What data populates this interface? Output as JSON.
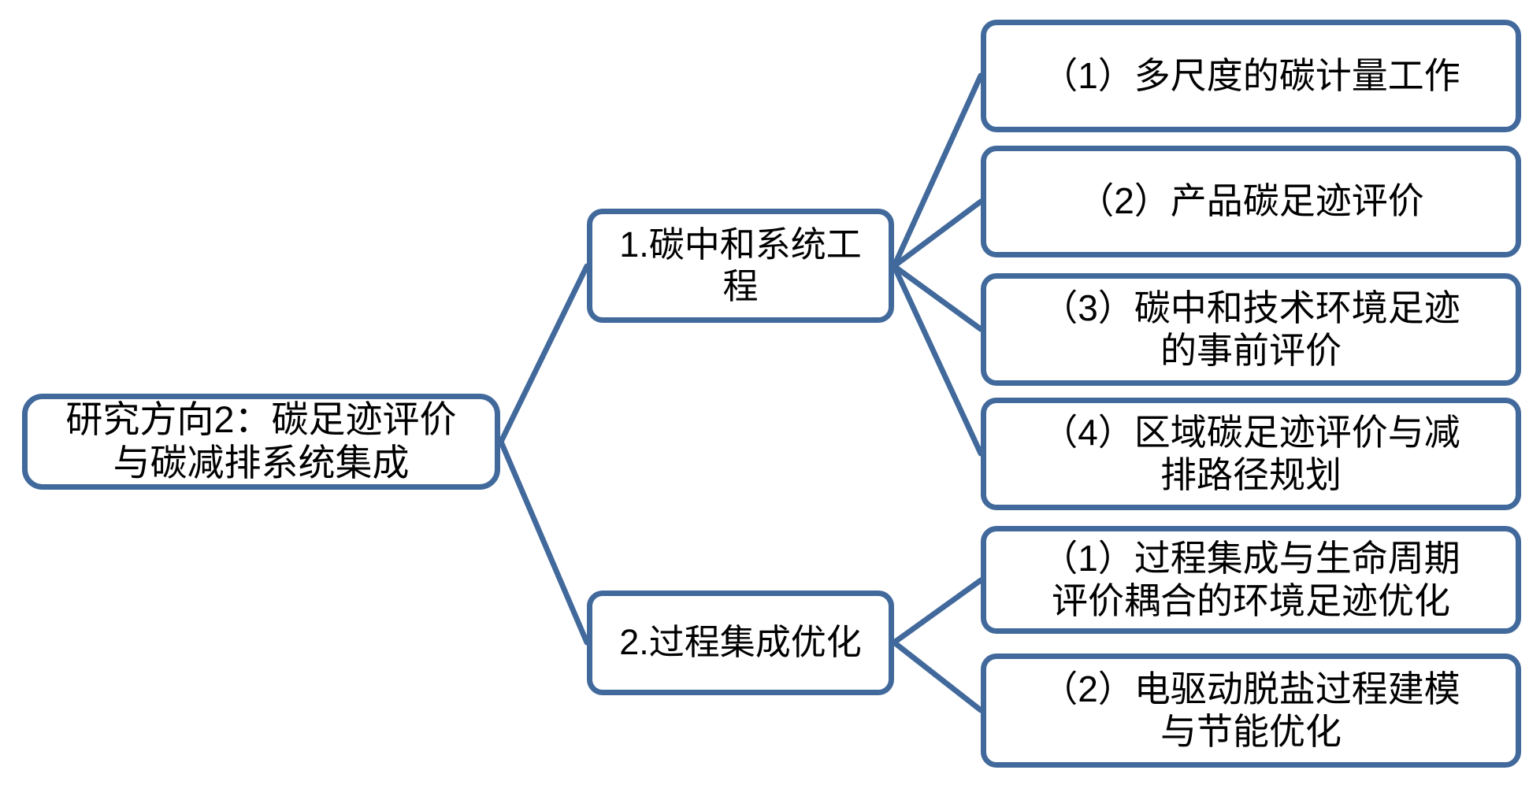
{
  "diagram": {
    "type": "mindmap-tree",
    "accent_color": "#41699B",
    "background_color": "#FFFFFF",
    "text_color": "#000000",
    "root": {
      "label": "研究方向2：碳足迹评价\n与碳减排系统集成"
    },
    "branches": [
      {
        "id": "branch-1",
        "label": "1.碳中和系统工\n程",
        "children": [
          {
            "id": "leaf-1-1",
            "label": "（1）多尺度的碳计量工作"
          },
          {
            "id": "leaf-1-2",
            "label": "（2）产品碳足迹评价"
          },
          {
            "id": "leaf-1-3",
            "label": "（3）碳中和技术环境足迹\n的事前评价"
          },
          {
            "id": "leaf-1-4",
            "label": "（4）区域碳足迹评价与减\n排路径规划"
          }
        ]
      },
      {
        "id": "branch-2",
        "label": "2.过程集成优化",
        "children": [
          {
            "id": "leaf-2-1",
            "label": "（1）过程集成与生命周期\n评价耦合的环境足迹优化"
          },
          {
            "id": "leaf-2-2",
            "label": "（2）电驱动脱盐过程建模\n与节能优化"
          }
        ]
      }
    ],
    "leaves_flat": [
      "（1）多尺度的碳计量工作",
      "（2）产品碳足迹评价",
      "（3）碳中和技术环境足迹\n的事前评价",
      "（4）区域碳足迹评价与减\n排路径规划",
      "（1）过程集成与生命周期\n评价耦合的环境足迹优化",
      "（2）电驱动脱盐过程建模\n与节能优化"
    ]
  }
}
